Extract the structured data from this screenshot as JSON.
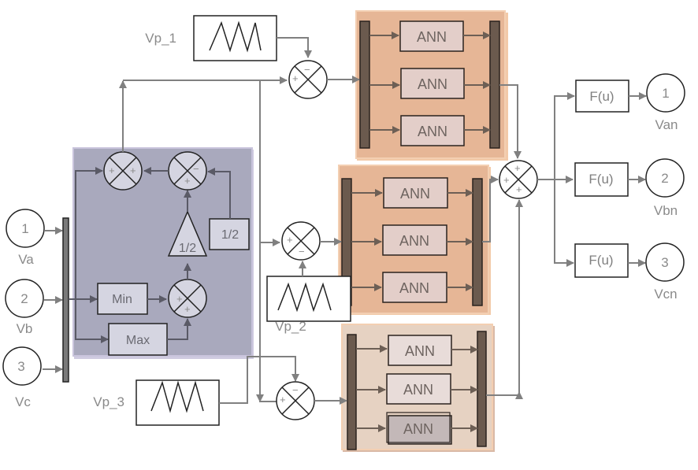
{
  "title": "Simulink ANN-based PWM controller diagram",
  "inputs": [
    {
      "number": "1",
      "label": "Va"
    },
    {
      "number": "2",
      "label": "Vb"
    },
    {
      "number": "3",
      "label": "Vc"
    }
  ],
  "outputs": [
    {
      "number": "1",
      "label": "Van"
    },
    {
      "number": "2",
      "label": "Vbn"
    },
    {
      "number": "3",
      "label": "Vcn"
    }
  ],
  "carriers": [
    {
      "label": "Vp_1"
    },
    {
      "label": "Vp_2"
    },
    {
      "label": "Vp_3"
    }
  ],
  "subsystem": {
    "min_label": "Min",
    "max_label": "Max",
    "gain_label": "1/2",
    "const_label": "1/2"
  },
  "ann_groups": [
    {
      "blocks": [
        "ANN",
        "ANN",
        "ANN"
      ]
    },
    {
      "blocks": [
        "ANN",
        "ANN",
        "ANN"
      ]
    },
    {
      "blocks": [
        "ANN",
        "ANN",
        "ANN"
      ]
    }
  ],
  "fcn_blocks": [
    "F(u)",
    "F(u)",
    "F(u)"
  ],
  "signs": {
    "plus": "+",
    "minus": "−"
  },
  "colors": {
    "subsystem_bg": "#a9a9bd",
    "ann_group_bg_1": "#e6b696",
    "ann_group_bg_3": "#e6d2c2",
    "ann_block": "#e3cec9",
    "mux_bar": "#6b5a4e",
    "wire": "#808080"
  }
}
